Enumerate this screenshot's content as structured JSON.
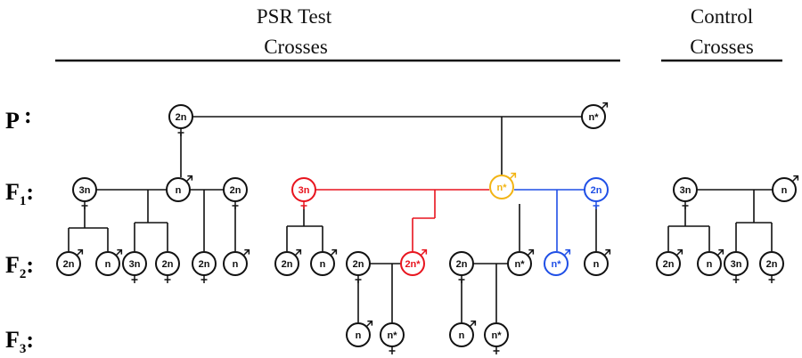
{
  "headers": {
    "psr": {
      "line1": "PSR Test",
      "line2": "Crosses"
    },
    "control": {
      "line1": "Control",
      "line2": "Crosses"
    }
  },
  "generations": [
    {
      "main": "P",
      "sub": "",
      "suffix": " :"
    },
    {
      "main": "F",
      "sub": "1",
      "suffix": ":"
    },
    {
      "main": "F",
      "sub": "2",
      "suffix": ":"
    },
    {
      "main": "F",
      "sub": "3",
      "suffix": ":"
    }
  ],
  "colors": {
    "black": "#111111",
    "red": "#e8141e",
    "yellow": "#f2b414",
    "blue": "#1f4fe6"
  },
  "nodes": [
    {
      "id": "p_f",
      "label": "2n",
      "sex": "female",
      "color": "black"
    },
    {
      "id": "p_m",
      "label": "n*",
      "sex": "male",
      "color": "black"
    },
    {
      "id": "f1a",
      "label": "3n",
      "sex": "female",
      "color": "black"
    },
    {
      "id": "f1b",
      "label": "n",
      "sex": "male",
      "color": "black"
    },
    {
      "id": "f1c",
      "label": "2n",
      "sex": "female",
      "color": "black"
    },
    {
      "id": "f1d",
      "label": "3n",
      "sex": "female",
      "color": "red"
    },
    {
      "id": "f1e",
      "label": "n*",
      "sex": "male",
      "color": "yellow"
    },
    {
      "id": "f1f",
      "label": "2n",
      "sex": "female",
      "color": "blue"
    },
    {
      "id": "f2a1",
      "label": "2n",
      "sex": "male",
      "color": "black"
    },
    {
      "id": "f2a2",
      "label": "n",
      "sex": "male",
      "color": "black"
    },
    {
      "id": "f2a3",
      "label": "3n",
      "sex": "female",
      "color": "black"
    },
    {
      "id": "f2a4",
      "label": "2n",
      "sex": "female",
      "color": "black"
    },
    {
      "id": "f2a5",
      "label": "2n",
      "sex": "female",
      "color": "black"
    },
    {
      "id": "f2a6",
      "label": "n",
      "sex": "male",
      "color": "black"
    },
    {
      "id": "f2b1",
      "label": "2n",
      "sex": "male",
      "color": "black"
    },
    {
      "id": "f2b2",
      "label": "n",
      "sex": "male",
      "color": "black"
    },
    {
      "id": "f2b3",
      "label": "2n",
      "sex": "female",
      "color": "black"
    },
    {
      "id": "f2b4",
      "label": "2n*",
      "sex": "male",
      "color": "red"
    },
    {
      "id": "f2b5",
      "label": "2n",
      "sex": "female",
      "color": "black"
    },
    {
      "id": "f2b6",
      "label": "n*",
      "sex": "male",
      "color": "black"
    },
    {
      "id": "f2b7",
      "label": "n*",
      "sex": "male",
      "color": "blue"
    },
    {
      "id": "f2b8",
      "label": "n",
      "sex": "male",
      "color": "black"
    },
    {
      "id": "f3a",
      "label": "n",
      "sex": "male",
      "color": "black"
    },
    {
      "id": "f3b",
      "label": "n*",
      "sex": "female",
      "color": "black"
    },
    {
      "id": "f3c",
      "label": "n",
      "sex": "male",
      "color": "black"
    },
    {
      "id": "f3d",
      "label": "n*",
      "sex": "female",
      "color": "black"
    },
    {
      "id": "c_f",
      "label": "3n",
      "sex": "female",
      "color": "black"
    },
    {
      "id": "c_m",
      "label": "n",
      "sex": "male",
      "color": "black"
    },
    {
      "id": "c2a",
      "label": "2n",
      "sex": "male",
      "color": "black"
    },
    {
      "id": "c2b",
      "label": "n",
      "sex": "male",
      "color": "black"
    },
    {
      "id": "c2c",
      "label": "3n",
      "sex": "female",
      "color": "black"
    },
    {
      "id": "c2d",
      "label": "2n",
      "sex": "female",
      "color": "black"
    }
  ]
}
